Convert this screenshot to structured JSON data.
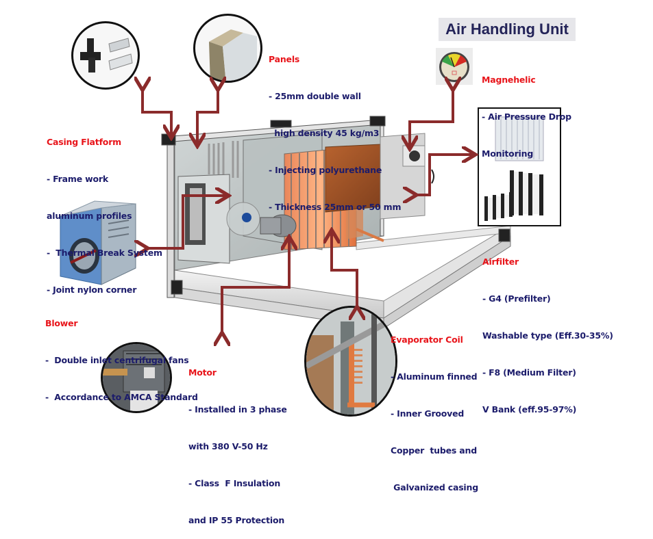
{
  "title": "Air Handling Unit",
  "colors": {
    "heading": "#e8141a",
    "body_text": "#1c1c6b",
    "arrow": "#8b2b2b",
    "title_bg": "#e6e6ea",
    "title_text": "#232358"
  },
  "callouts": {
    "panels": {
      "heading": "Panels",
      "lines": [
        "- 25mm double wall",
        "  high density 45 kg/m3",
        "- Injecting polyurethane",
        "- Thickness 25mm or 50 mm"
      ]
    },
    "magnehelic": {
      "heading": "Magnehelic",
      "lines": [
        "- Air Pressure Drop",
        "Monitoring"
      ]
    },
    "casing": {
      "heading": "Casing Flatform",
      "lines": [
        "- Frame work",
        "aluminum profiles",
        "-  Thermal Break System",
        "- Joint nylon corner"
      ]
    },
    "airfilter": {
      "heading": "Airfilter",
      "lines": [
        "- G4 (Prefilter)",
        "Washable type (Eff.30-35%)",
        "- F8 (Medium Filter)",
        "V Bank (eff.95-97%)"
      ]
    },
    "blower": {
      "heading": "Blower",
      "lines": [
        "-  Double inlet centrifugal fans",
        "-  Accordance to AMCA Standard"
      ]
    },
    "motor": {
      "heading": "Motor",
      "lines": [
        "- Installed in 3 phase",
        "with 380 V-50 Hz",
        "- Class  F Insulation",
        "and IP 55 Protection"
      ]
    },
    "evaporator": {
      "heading": "Evaporator Coil",
      "lines": [
        "- Aluminum finned",
        "- Inner Grooved",
        "Copper  tubes and",
        " Galvanized casing"
      ]
    }
  },
  "images": {
    "casing_profiles": "aluminum-profile-and-nylon-corner",
    "panel_section": "double-wall-panel",
    "gauge": "magnehelic-gauge",
    "filters": "panel-and-v-bank-filters",
    "blower": "centrifugal-fan",
    "motor": "electric-motor",
    "coil": "evaporator-coil-closeup",
    "ahu": "air-handling-unit-cutaway"
  }
}
